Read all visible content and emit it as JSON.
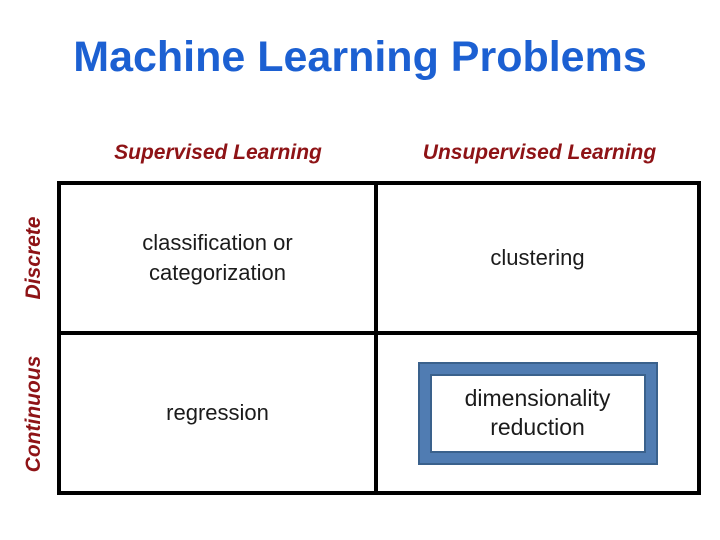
{
  "title": "Machine Learning Problems",
  "matrix": {
    "column_headers": [
      "Supervised Learning",
      "Unsupervised Learning"
    ],
    "row_headers": [
      "Discrete",
      "Continuous"
    ],
    "cells": [
      {
        "row": "Discrete",
        "column": "Supervised Learning",
        "label": "classification or\ncategorization",
        "highlighted": false
      },
      {
        "row": "Discrete",
        "column": "Unsupervised Learning",
        "label": "clustering",
        "highlighted": false
      },
      {
        "row": "Continuous",
        "column": "Supervised Learning",
        "label": "regression",
        "highlighted": false
      },
      {
        "row": "Continuous",
        "column": "Unsupervised Learning",
        "label": "dimensionality\nreduction",
        "highlighted": true
      }
    ]
  },
  "colors": {
    "title_blue": "#1c60d2",
    "header_dark_red": "#8e1316",
    "cell_text": "#1b1b1b",
    "table_border": "#000000",
    "highlight_fill": "#507cb2",
    "highlight_border": "#3a618c"
  }
}
